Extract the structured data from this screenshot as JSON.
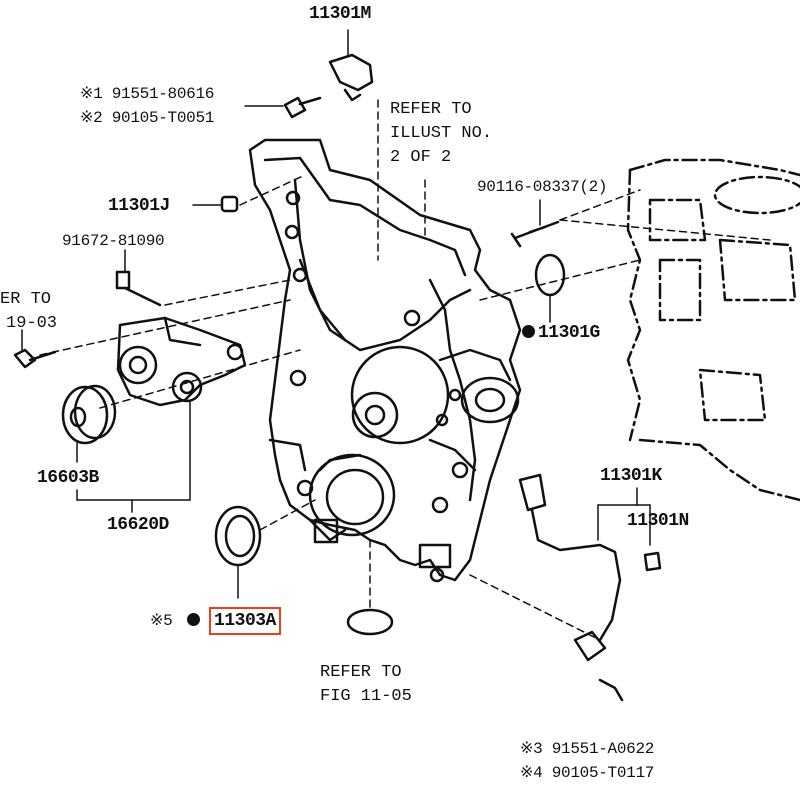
{
  "labels": {
    "p11301M": "11301M",
    "p11301J": "11301J",
    "p11301G": "11301G",
    "p11301K": "11301K",
    "p11301N": "11301N",
    "p16603B": "16603B",
    "p16620D": "16620D",
    "p11303A": "11303A",
    "p91672": "91672-81090",
    "p90116": "90116-08337(2)",
    "m1_mark": "※1",
    "m1_part": "91551-80616",
    "m2_mark": "※2",
    "m2_part": "90105-T0051",
    "m3_mark": "※3",
    "m3_part": "91551-A0622",
    "m4_mark": "※4",
    "m4_part": "90105-T0117",
    "m5_mark": "※5"
  },
  "notes": {
    "refer_illust_l1": "REFER TO",
    "refer_illust_l2": "ILLUST NO.",
    "refer_illust_l3": "2 OF 2",
    "refer_left_l1": "ER TO",
    "refer_left_l2": "19-03",
    "refer_fig_l1": "REFER TO",
    "refer_fig_l2": "FIG 11-05"
  },
  "highlight_color": "#e8401a"
}
